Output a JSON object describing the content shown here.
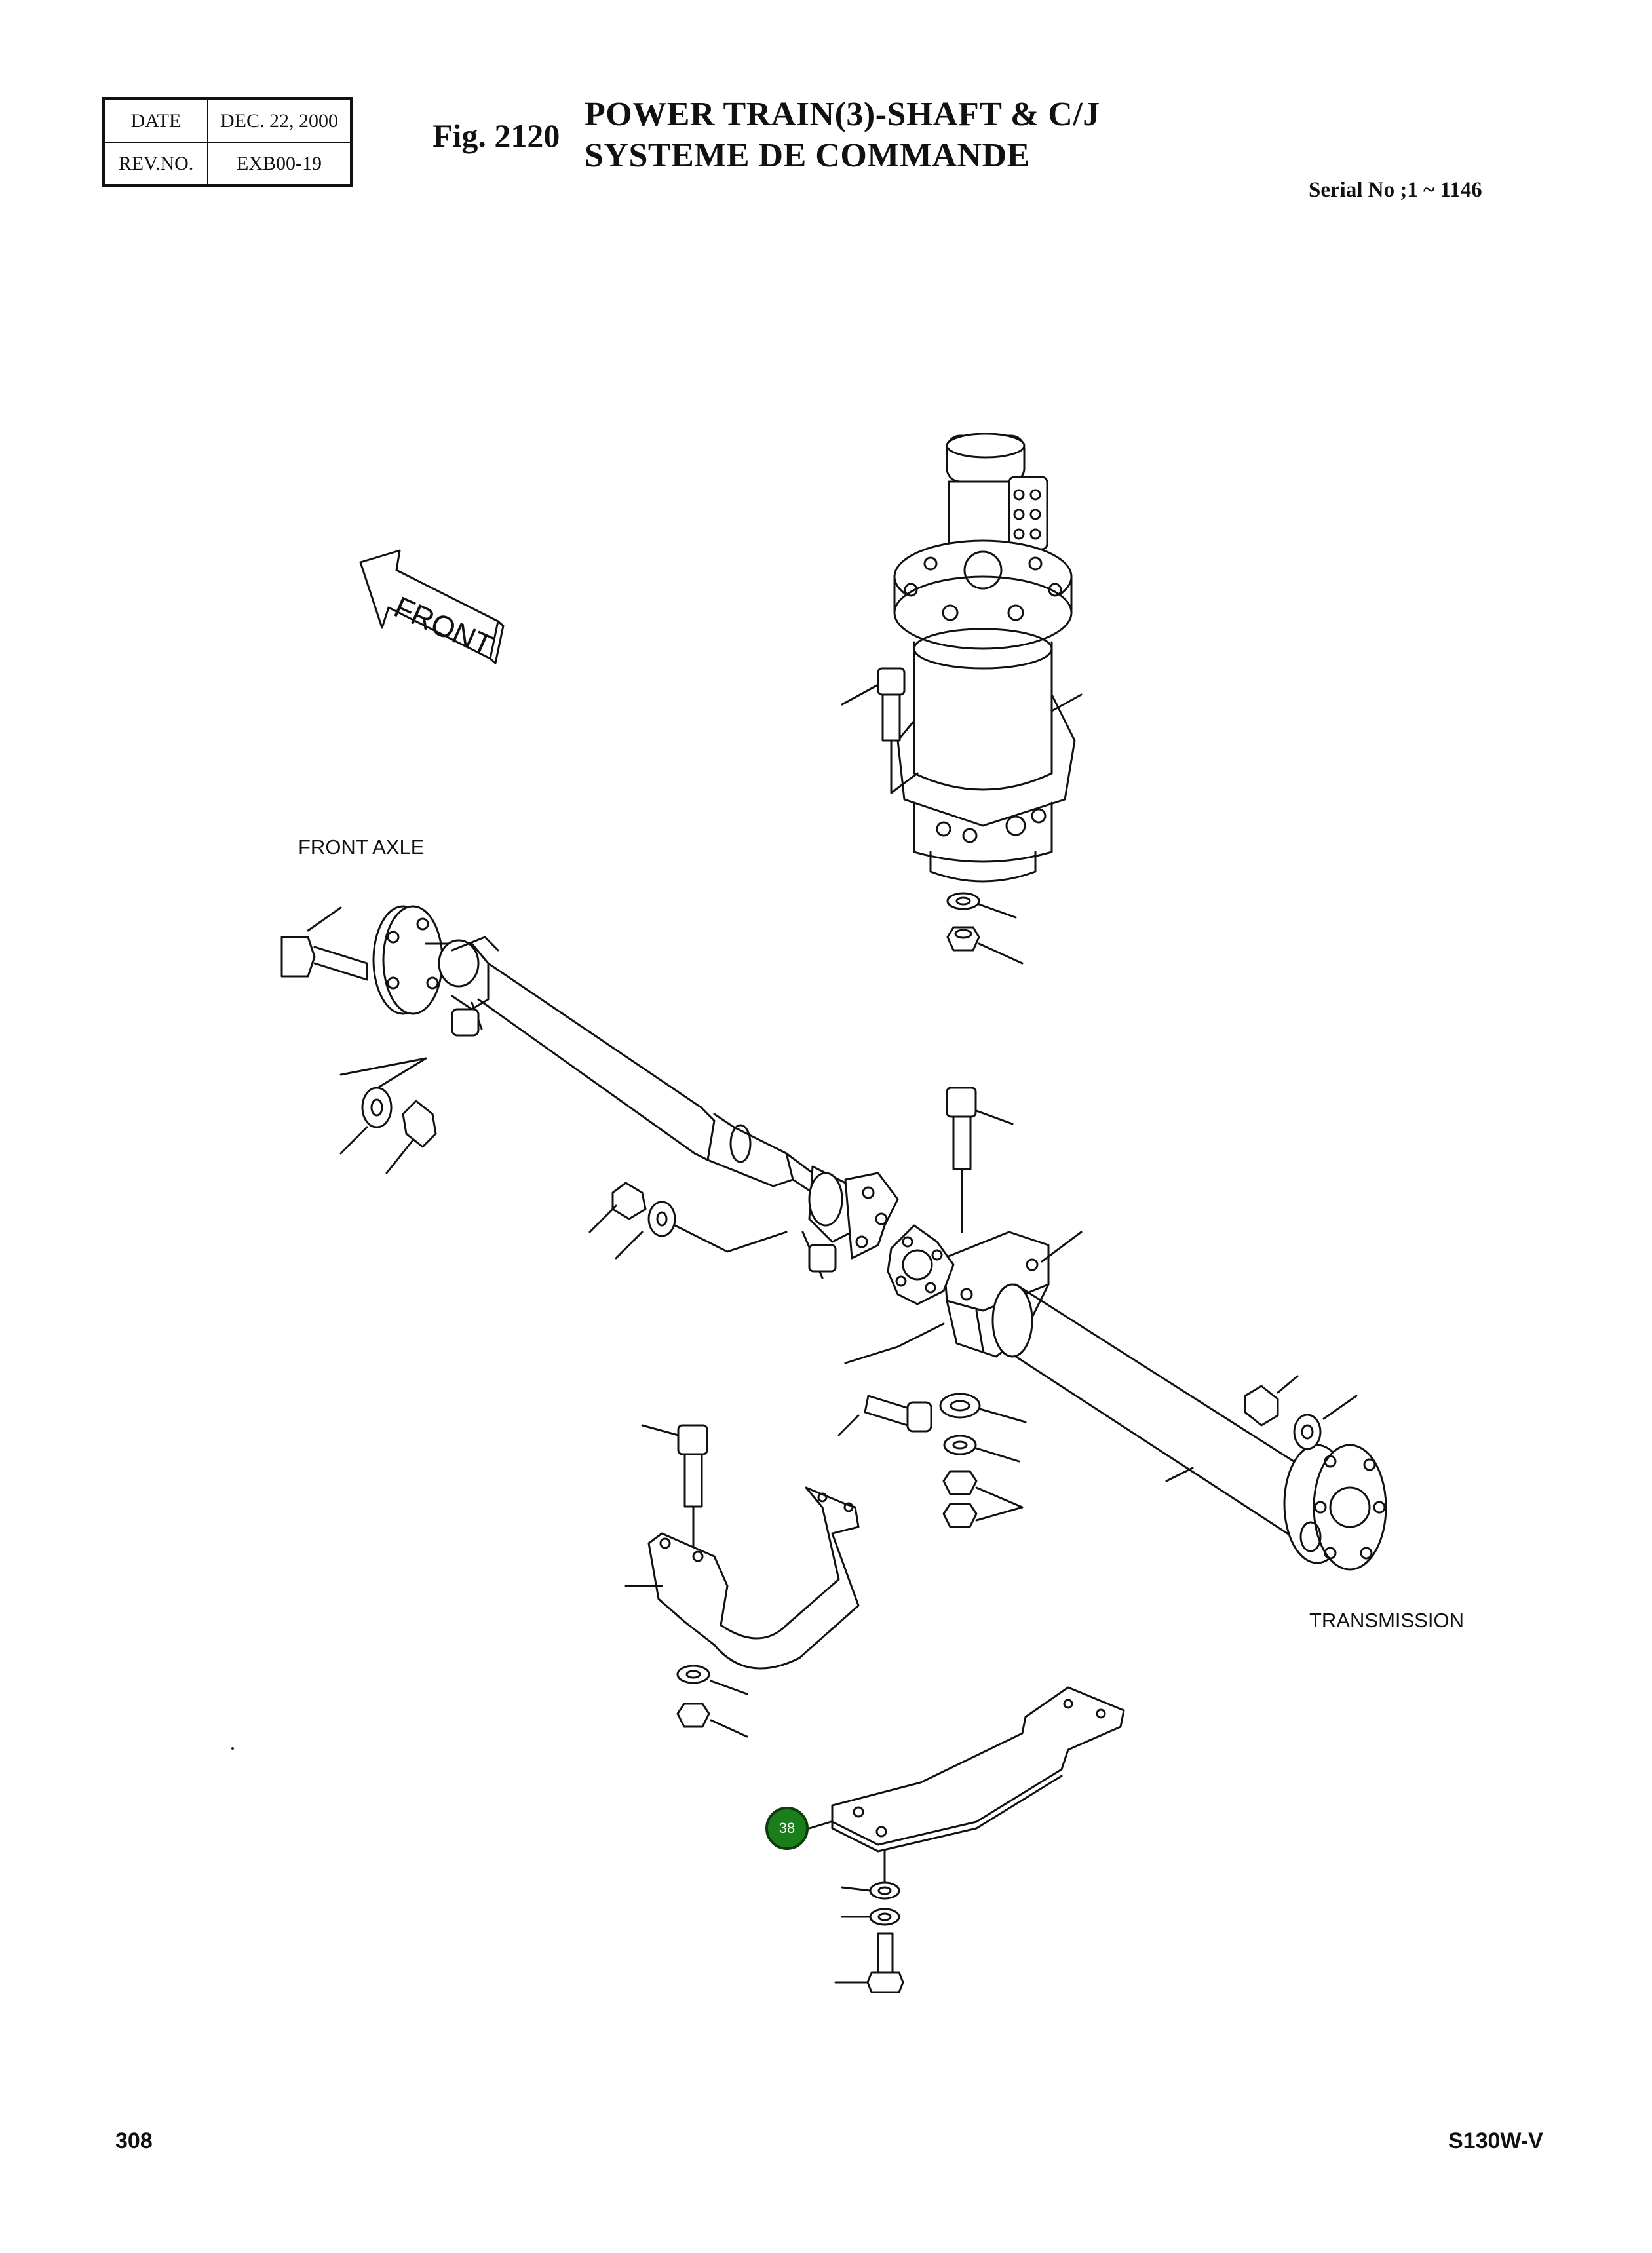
{
  "header": {
    "revision_table": {
      "date_label": "DATE",
      "date_value": "DEC. 22, 2000",
      "rev_label": "REV.NO.",
      "rev_value": "EXB00-19"
    },
    "figure_number": "Fig. 2120",
    "title_line_1": "POWER TRAIN(3)-SHAFT & C/J",
    "title_line_2": "SYSTEME DE COMMANDE",
    "serial": "Serial No ;1 ~ 1146"
  },
  "diagram": {
    "front_arrow_text": "FRONT",
    "front_axle_label": "FRONT AXLE",
    "transmission_label": "TRANSMISSION",
    "callouts": [
      {
        "number": "38",
        "color": "#1a7f1a"
      }
    ]
  },
  "footer": {
    "page_number": "308",
    "model": "S130W-V"
  }
}
